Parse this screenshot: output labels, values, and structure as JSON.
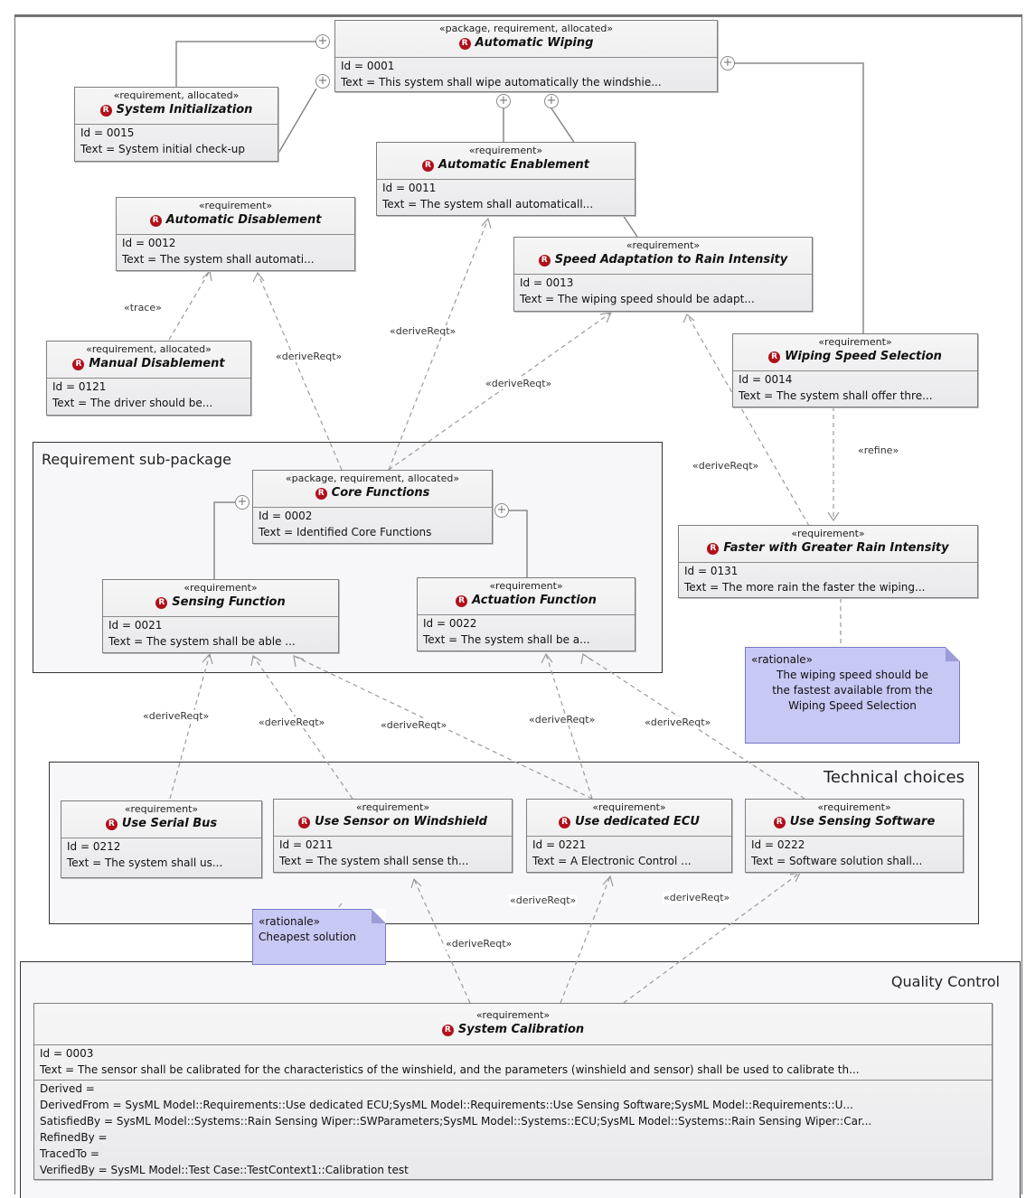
{
  "packages": {
    "sub_package": "Requirement sub-package",
    "technical": "Technical choices",
    "quality": "Quality Control"
  },
  "requirements": {
    "r0001": {
      "stereo": "«package, requirement, allocated»",
      "name": "Automatic Wiping",
      "id": "Id = 0001",
      "text": "Text = This system shall wipe automatically the windshie..."
    },
    "r0015": {
      "stereo": "«requirement, allocated»",
      "name": "System Initialization",
      "id": "Id = 0015",
      "text": "Text = System initial check-up"
    },
    "r0011": {
      "stereo": "«requirement»",
      "name": "Automatic Enablement",
      "id": "Id = 0011",
      "text": "Text = The system shall automaticall..."
    },
    "r0012": {
      "stereo": "«requirement»",
      "name": "Automatic Disablement",
      "id": "Id = 0012",
      "text": "Text = The system shall automati..."
    },
    "r0013": {
      "stereo": "«requirement»",
      "name": "Speed Adaptation to Rain Intensity",
      "id": "Id = 0013",
      "text": "Text = The wiping speed should be adapt..."
    },
    "r0121": {
      "stereo": "«requirement, allocated»",
      "name": "Manual Disablement",
      "id": "Id = 0121",
      "text": "Text = The driver should be..."
    },
    "r0014": {
      "stereo": "«requirement»",
      "name": "Wiping Speed Selection",
      "id": "Id = 0014",
      "text": "Text = The system shall offer thre..."
    },
    "r0002": {
      "stereo": "«package, requirement, allocated»",
      "name": "Core Functions",
      "id": "Id = 0002",
      "text": "Text = Identified Core Functions"
    },
    "r0131": {
      "stereo": "«requirement»",
      "name": "Faster with Greater Rain Intensity",
      "id": "Id = 0131",
      "text": "Text = The more rain the faster the wiping..."
    },
    "r0021": {
      "stereo": "«requirement»",
      "name": "Sensing Function",
      "id": "Id = 0021",
      "text": "Text = The system shall be able ..."
    },
    "r0022": {
      "stereo": "«requirement»",
      "name": "Actuation Function",
      "id": "Id = 0022",
      "text": "Text = The system shall be a..."
    },
    "r0212": {
      "stereo": "«requirement»",
      "name": "Use Serial Bus",
      "id": "Id = 0212",
      "text": "Text = The system shall us..."
    },
    "r0211": {
      "stereo": "«requirement»",
      "name": "Use  Sensor on Windshield",
      "id": "Id = 0211",
      "text": "Text = The system shall sense th..."
    },
    "r0221": {
      "stereo": "«requirement»",
      "name": "Use  dedicated ECU",
      "id": "Id = 0221",
      "text": "Text = A Electronic Control ..."
    },
    "r0222": {
      "stereo": "«requirement»",
      "name": "Use  Sensing Software",
      "id": "Id = 0222",
      "text": "Text = Software solution shall..."
    },
    "r0003": {
      "stereo": "«requirement»",
      "name": "System  Calibration",
      "id": "Id = 0003",
      "text": "Text = The sensor shall be calibrated for the characteristics of the winshield, and the parameters (winshield and sensor) shall be used to calibrate th...",
      "derived": "Derived =",
      "derived_from": "DerivedFrom = SysML Model::Requirements::Use  dedicated ECU;SysML Model::Requirements::Use  Sensing Software;SysML Model::Requirements::U...",
      "satisfied_by": "SatisfiedBy = SysML Model::Systems::Rain Sensing Wiper::SWParameters;SysML Model::Systems::ECU;SysML Model::Systems::Rain Sensing Wiper::Car...",
      "refined_by": "RefinedBy =",
      "traced_to": "TracedTo =",
      "verified_by": "VerifiedBy = SysML Model::Test Case::TestContext1::Calibration test"
    }
  },
  "notes": {
    "rationale1": {
      "stereo": "«rationale»",
      "text1": "The wiping speed should be",
      "text2": "the fastest available from the",
      "text3": "Wiping Speed Selection"
    },
    "rationale2": {
      "stereo": "«rationale»",
      "text1": "Cheapest solution"
    }
  },
  "labels": {
    "trace": "«trace»",
    "derive": "«deriveReqt»",
    "refine": "«refine»"
  },
  "colors": {
    "requirement_icon": "#b0101a",
    "note_fill": "#c8c8f4"
  }
}
